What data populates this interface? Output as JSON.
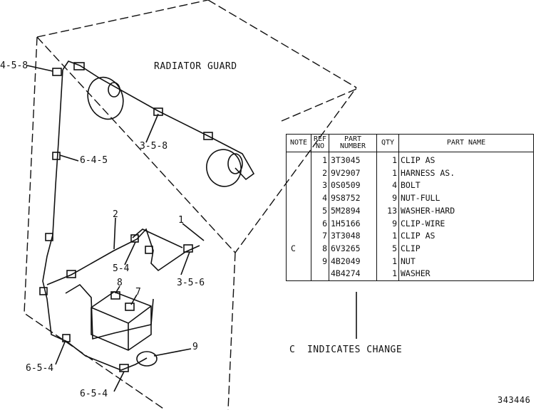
{
  "title": "RADIATOR GUARD",
  "callouts": {
    "c458": "4-5-8",
    "c358": "3-5-8",
    "c645": "6-4-5",
    "c2": "2",
    "c1": "1",
    "c54": "5-4",
    "c356": "3-5-6",
    "c8": "8",
    "c7": "7",
    "c9": "9",
    "c654a": "6-5-4",
    "c654b": "6-5-4"
  },
  "table": {
    "headers": {
      "note": "NOTE",
      "ref_line1": "REF",
      "ref_line2": "NO",
      "part_line1": "PART",
      "part_line2": "NUMBER",
      "qty": "QTY",
      "name": "PART NAME"
    },
    "rows": [
      {
        "note": "",
        "ref": "1",
        "part": "3T3045",
        "qty": "1",
        "name": "CLIP AS"
      },
      {
        "note": "",
        "ref": "2",
        "part": "9V2907",
        "qty": "1",
        "name": "HARNESS AS."
      },
      {
        "note": "",
        "ref": "3",
        "part": "0S0509",
        "qty": "4",
        "name": "BOLT"
      },
      {
        "note": "",
        "ref": "4",
        "part": "9S8752",
        "qty": "9",
        "name": "NUT-FULL"
      },
      {
        "note": "",
        "ref": "5",
        "part": "5M2894",
        "qty": "13",
        "name": "WASHER-HARD"
      },
      {
        "note": "",
        "ref": "6",
        "part": "1H5166",
        "qty": "9",
        "name": "CLIP-WIRE"
      },
      {
        "note": "",
        "ref": "7",
        "part": "3T3048",
        "qty": "1",
        "name": "CLIP AS"
      },
      {
        "note": "C",
        "ref": "8",
        "part": "6V3265",
        "qty": "5",
        "name": "CLIP"
      },
      {
        "note": "",
        "ref": "9",
        "part": "4B2049",
        "qty": "1",
        "name": "NUT"
      },
      {
        "note": "",
        "ref": "",
        "part": "4B4274",
        "qty": "1",
        "name": "WASHER"
      }
    ]
  },
  "footnote": "C  INDICATES CHANGE",
  "drawing_number": "343446"
}
